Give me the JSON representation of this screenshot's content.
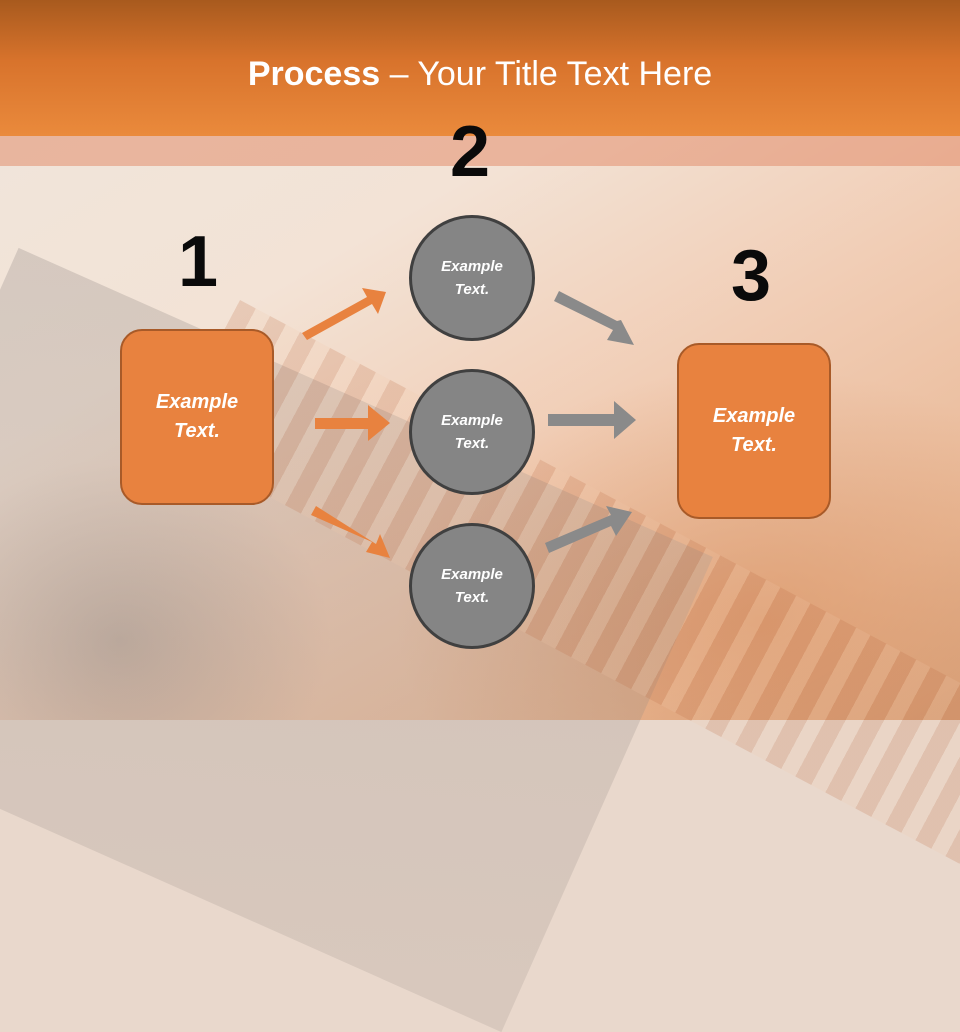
{
  "title": {
    "bold": "Process",
    "rest": " – Your Title Text Here"
  },
  "steps": {
    "one": {
      "number": "1",
      "label_line1": "Example",
      "label_line2": "Text."
    },
    "two": {
      "number": "2"
    },
    "three": {
      "number": "3",
      "label_line1": "Example",
      "label_line2": "Text."
    }
  },
  "circles": [
    {
      "line1": "Example",
      "line2": "Text."
    },
    {
      "line1": "Example",
      "line2": "Text."
    },
    {
      "line1": "Example",
      "line2": "Text."
    }
  ],
  "colors": {
    "accent_orange": "#e8823f",
    "circle_gray": "#858585",
    "arrow_orange": "#e8823f",
    "arrow_gray": "#8a8a8a"
  }
}
